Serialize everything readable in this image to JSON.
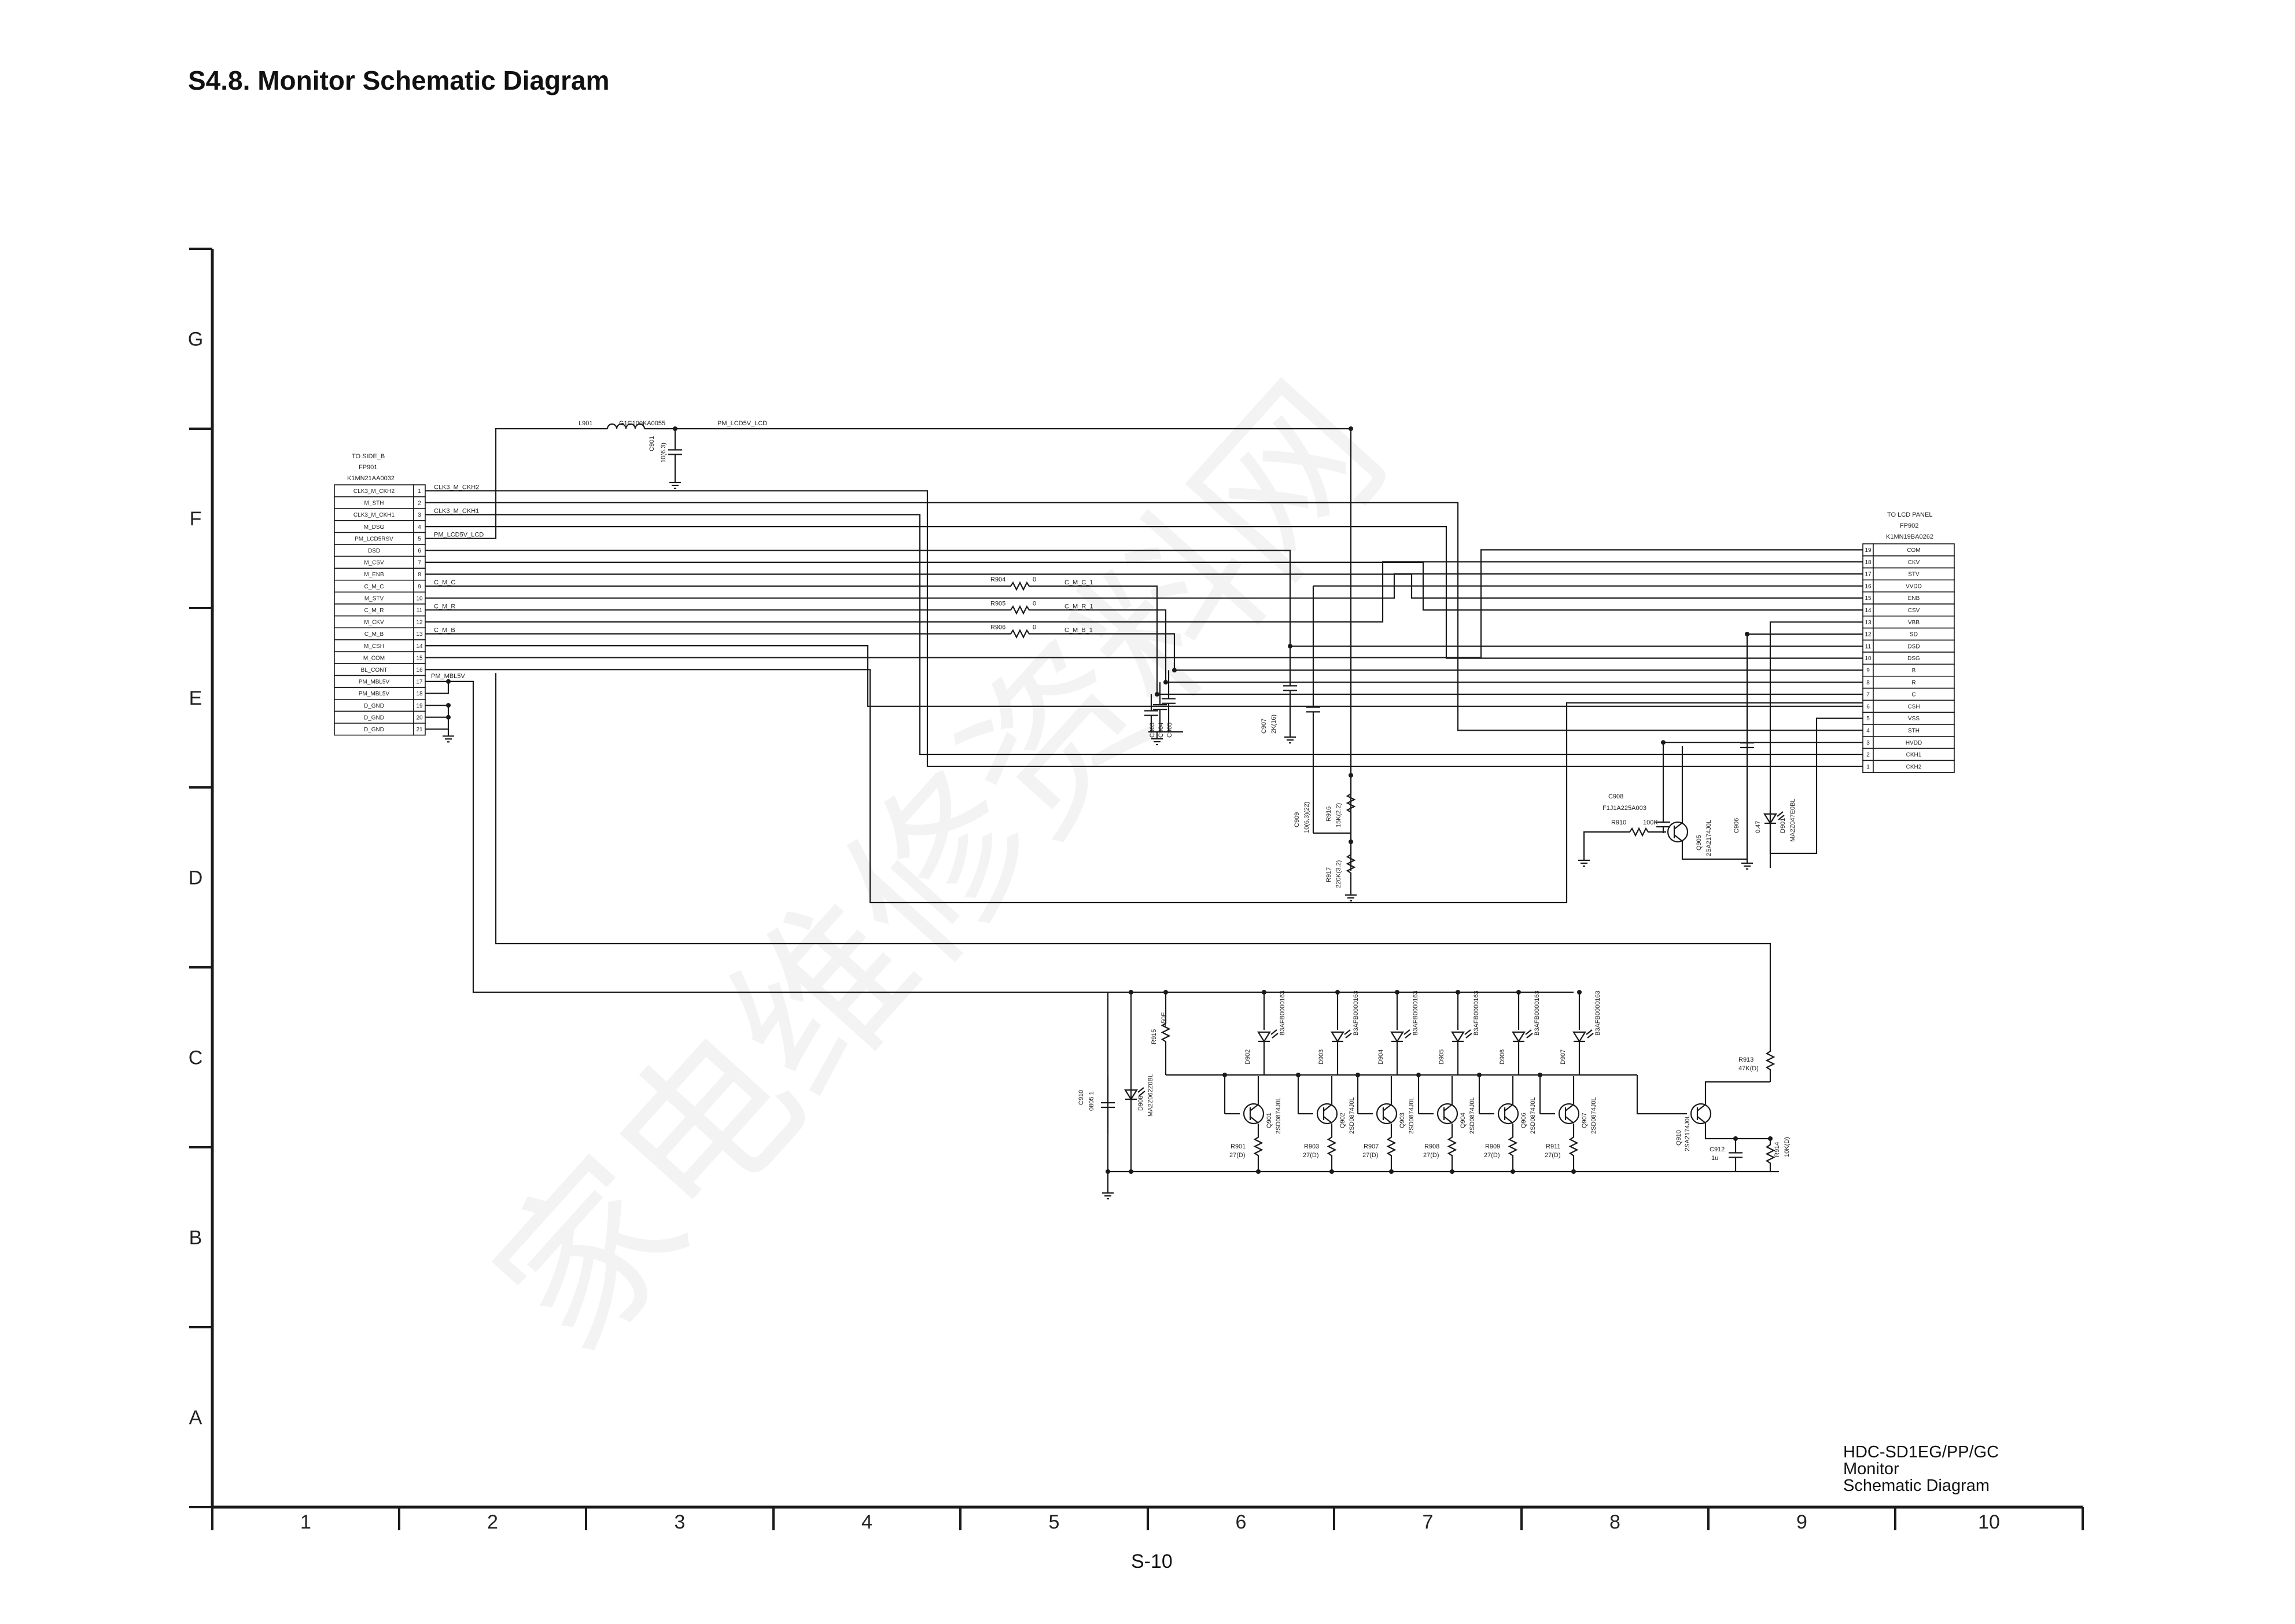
{
  "page": {
    "title": "S4.8. Monitor Schematic Diagram",
    "model": "HDC-SD1EG/PP/GC",
    "subtitle1": "Monitor",
    "subtitle2": "Schematic Diagram",
    "page_number": "S-10"
  },
  "grid": {
    "rows": [
      "G",
      "F",
      "E",
      "D",
      "C",
      "B",
      "A"
    ],
    "cols": [
      "1",
      "2",
      "3",
      "4",
      "5",
      "6",
      "7",
      "8",
      "9",
      "10"
    ]
  },
  "left_connector": {
    "title": "TO SIDE_B",
    "ref": "FP901",
    "part": "K1MN21AA0032",
    "pins": [
      {
        "num": "1",
        "name": "CLK3_M_CKH2"
      },
      {
        "num": "2",
        "name": "M_STH"
      },
      {
        "num": "3",
        "name": "CLK3_M_CKH1"
      },
      {
        "num": "4",
        "name": "M_DSG"
      },
      {
        "num": "5",
        "name": "PM_LCD5RSV"
      },
      {
        "num": "6",
        "name": "DSD"
      },
      {
        "num": "7",
        "name": "M_CSV"
      },
      {
        "num": "8",
        "name": "M_ENB"
      },
      {
        "num": "9",
        "name": "C_M_C"
      },
      {
        "num": "10",
        "name": "M_STV"
      },
      {
        "num": "11",
        "name": "C_M_R"
      },
      {
        "num": "12",
        "name": "M_CKV"
      },
      {
        "num": "13",
        "name": "C_M_B"
      },
      {
        "num": "14",
        "name": "M_CSH"
      },
      {
        "num": "15",
        "name": "M_COM"
      },
      {
        "num": "16",
        "name": "BL_CONT"
      },
      {
        "num": "17",
        "name": "PM_MBL5V"
      },
      {
        "num": "18",
        "name": "PM_MBL5V"
      },
      {
        "num": "19",
        "name": "D_GND"
      },
      {
        "num": "20",
        "name": "D_GND"
      },
      {
        "num": "21",
        "name": "D_GND"
      }
    ]
  },
  "right_connector": {
    "title": "TO LCD PANEL",
    "ref": "FP902",
    "part": "K1MN19BA0262",
    "pins": [
      {
        "num": "19",
        "name": "COM"
      },
      {
        "num": "18",
        "name": "CKV"
      },
      {
        "num": "17",
        "name": "STV"
      },
      {
        "num": "16",
        "name": "VVDD"
      },
      {
        "num": "15",
        "name": "ENB"
      },
      {
        "num": "14",
        "name": "CSV"
      },
      {
        "num": "13",
        "name": "VBB"
      },
      {
        "num": "12",
        "name": "SD"
      },
      {
        "num": "11",
        "name": "DSD"
      },
      {
        "num": "10",
        "name": "DSG"
      },
      {
        "num": "9",
        "name": "B"
      },
      {
        "num": "8",
        "name": "R"
      },
      {
        "num": "7",
        "name": "C"
      },
      {
        "num": "6",
        "name": "CSH"
      },
      {
        "num": "5",
        "name": "VSS"
      },
      {
        "num": "4",
        "name": "STH"
      },
      {
        "num": "3",
        "name": "HVDD"
      },
      {
        "num": "2",
        "name": "CKH1"
      },
      {
        "num": "1",
        "name": "CKH2"
      }
    ]
  },
  "net_labels": {
    "ckh2": "CLK3_M_CKH2",
    "ckh1": "CLK3_M_CKH1",
    "lcd": "PM_LCD5V_LCD",
    "lcd2": "PM_LCD5V_LCD",
    "mbl": "PM_MBL5V",
    "cmc": "C_M_C",
    "cmr": "C_M_R",
    "cmb": "C_M_B",
    "cmc1": "C_M_C_1",
    "cmr1": "C_M_R_1",
    "cmb1": "C_M_B_1"
  },
  "components": {
    "l901": "L901",
    "l901_part": "G1C100KA0055",
    "c901": "C901",
    "c901_val": "10(6.3)",
    "r904": "R904",
    "r904_val": "0",
    "r905": "R905",
    "r905_val": "0",
    "r906": "R906",
    "r906_val": "0",
    "c903": "C903",
    "c904": "C904",
    "c905": "C905",
    "c907": "C907",
    "c907_val": "2K(16)",
    "c909": "C909",
    "c909_val": "10(6.3)(22)",
    "r916": "R916",
    "r916_val": "15K(2.2)",
    "r917": "R917",
    "r917_val": "220K(3.2)",
    "c908": "C908",
    "c908_val": "F1J1A225A003",
    "r910": "R910",
    "r910_val": "100K",
    "q905": "Q905",
    "q905_part": "2SA2174J0L",
    "c906": "C906",
    "c906_val": "0.47",
    "d901": "D901",
    "d901_part": "MA2Z047E0BL",
    "r913": "R913",
    "r913_val": "47K(D)",
    "q910": "Q910",
    "q910_part": "2SA2174J0L",
    "c912": "C912",
    "c912_val": "1u",
    "r914": "R914",
    "r914_val": "10K(D)",
    "c910": "C910",
    "c910_val": "0805 1",
    "d908": "D908",
    "d908_part": "MA2Z062Z0BL",
    "r915": "R915",
    "r915_val": "150E",
    "leds": [
      {
        "ref": "D902",
        "part": "B3AFB0000163"
      },
      {
        "ref": "D903",
        "part": "B3AFB0000163"
      },
      {
        "ref": "D904",
        "part": "B3AFB0000163"
      },
      {
        "ref": "D905",
        "part": "B3AFB0000163"
      },
      {
        "ref": "D906",
        "part": "B3AFB0000163"
      },
      {
        "ref": "D907",
        "part": "B3AFB0000163"
      }
    ],
    "transistors": [
      {
        "ref": "Q901",
        "part": "2SD0874J0L",
        "r": "R901",
        "rv": "27(D)"
      },
      {
        "ref": "Q902",
        "part": "2SD0874J0L",
        "r": "R903",
        "rv": "27(D)"
      },
      {
        "ref": "Q903",
        "part": "2SD0874J0L",
        "r": "R907",
        "rv": "27(D)"
      },
      {
        "ref": "Q904",
        "part": "2SD0874J0L",
        "r": "R908",
        "rv": "27(D)"
      },
      {
        "ref": "Q906",
        "part": "2SD0874J0L",
        "r": "R909",
        "rv": "27(D)"
      },
      {
        "ref": "Q907",
        "part": "2SD0874J0L",
        "r": "R911",
        "rv": "27(D)"
      }
    ]
  },
  "watermark": "家电维修资料网"
}
